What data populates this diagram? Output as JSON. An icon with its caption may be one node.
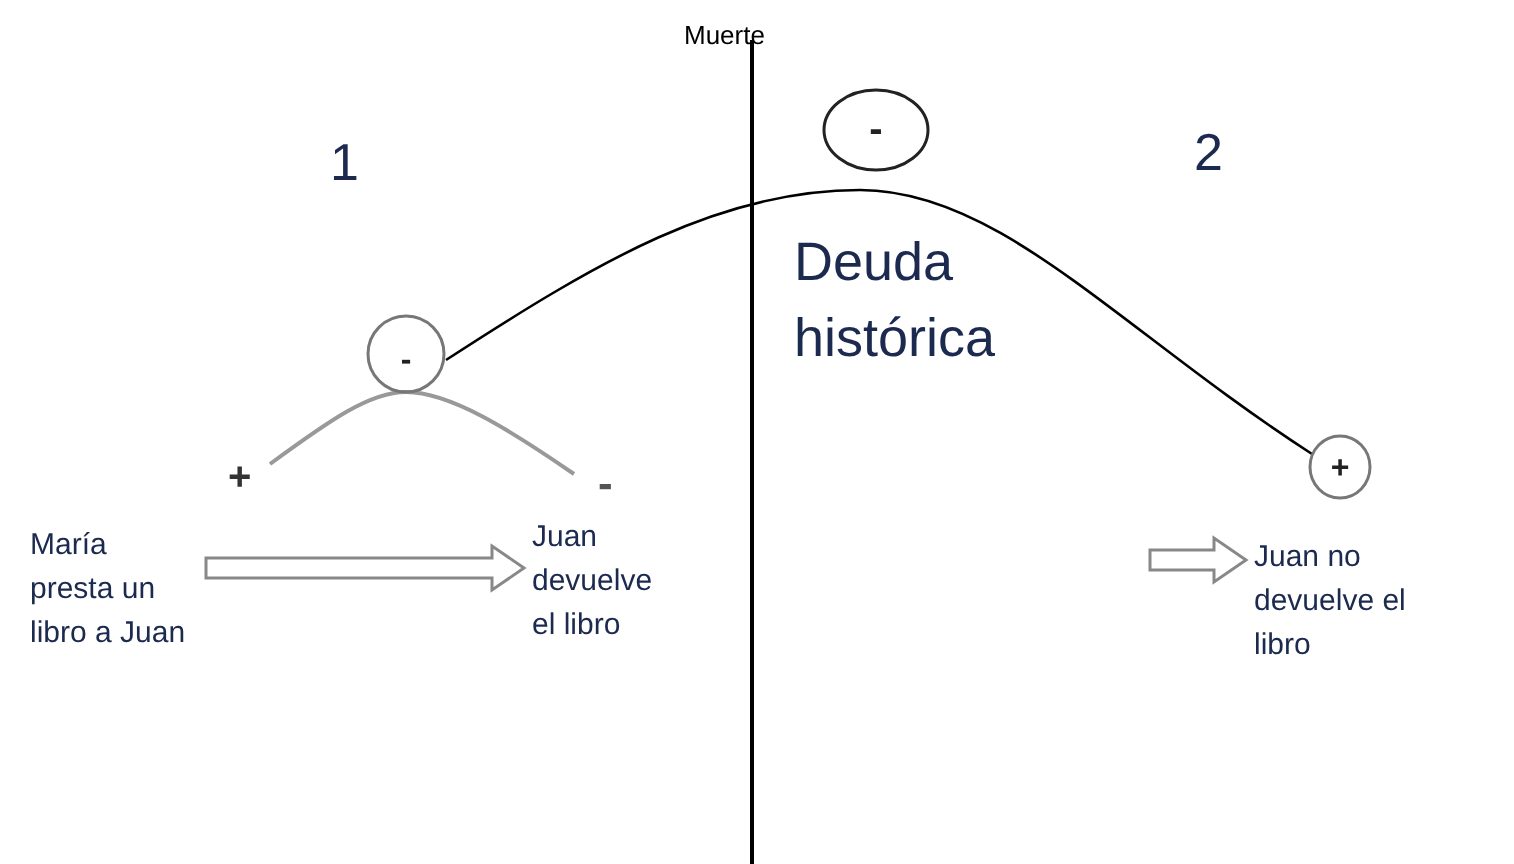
{
  "diagram": {
    "nodes": [
      {
        "text": [
          "-"
        ]
      },
      {
        "text": [
          "-"
        ]
      },
      {
        "text": [
          "+"
        ]
      },
      {
        "text": [
          "María presta un libro a Juan"
        ]
      },
      {
        "text": [
          "Juan devuelve el libro"
        ]
      },
      {
        "text": [
          "Juan no devuelve el libro"
        ]
      }
    ],
    "edges": [
      {
        "from": 0,
        "to": 2,
        "arrow": "none"
      },
      {
        "from": 3,
        "to": 4,
        "arrow": "to"
      },
      {
        "from": null,
        "to": 5,
        "arrow": "to"
      }
    ],
    "labels": [
      "Muerte",
      "1",
      "2",
      "Deuda histórica",
      "+",
      "-"
    ]
  }
}
